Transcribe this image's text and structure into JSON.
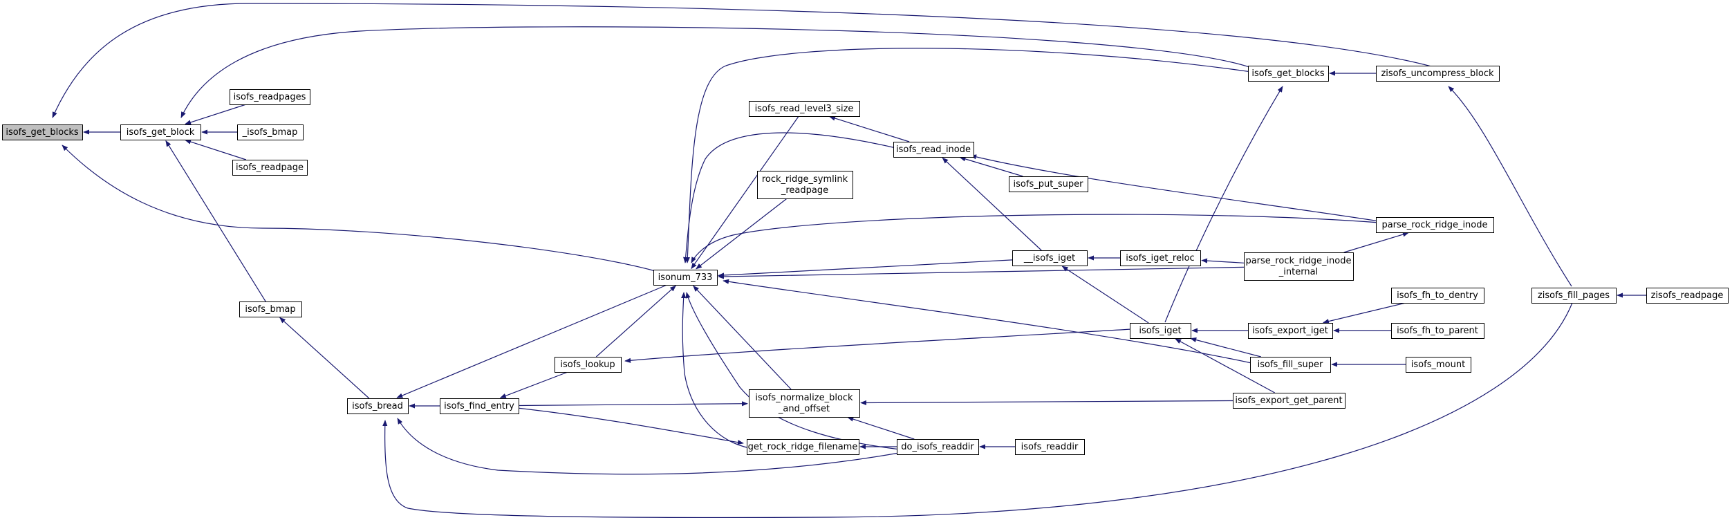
{
  "diagram": {
    "colors": {
      "edge": "#191970",
      "node_border": "#000000",
      "node_fill": "#ffffff",
      "focus_fill": "#bfbfbf"
    },
    "nodes": [
      {
        "id": "isofs_get_blocks_root",
        "lines": [
          "isofs_get_blocks"
        ],
        "focus": true
      },
      {
        "id": "isofs_get_block",
        "lines": [
          "isofs_get_block"
        ]
      },
      {
        "id": "isofs_readpages",
        "lines": [
          "isofs_readpages"
        ]
      },
      {
        "id": "_isofs_bmap",
        "lines": [
          "_isofs_bmap"
        ]
      },
      {
        "id": "isofs_readpage",
        "lines": [
          "isofs_readpage"
        ]
      },
      {
        "id": "isofs_bmap",
        "lines": [
          "isofs_bmap"
        ]
      },
      {
        "id": "isofs_bread",
        "lines": [
          "isofs_bread"
        ]
      },
      {
        "id": "isofs_find_entry",
        "lines": [
          "isofs_find_entry"
        ]
      },
      {
        "id": "isonum_733",
        "lines": [
          "isonum_733"
        ]
      },
      {
        "id": "isofs_lookup",
        "lines": [
          "isofs_lookup"
        ]
      },
      {
        "id": "isofs_read_level3_size",
        "lines": [
          "isofs_read_level3_size"
        ]
      },
      {
        "id": "rock_ridge_symlink_readpage",
        "lines": [
          "rock_ridge_symlink",
          "_readpage"
        ]
      },
      {
        "id": "isofs_normalize_block_and_offset",
        "lines": [
          "isofs_normalize_block",
          "_and_offset"
        ]
      },
      {
        "id": "get_rock_ridge_filename",
        "lines": [
          "get_rock_ridge_filename"
        ]
      },
      {
        "id": "isofs_read_inode",
        "lines": [
          "isofs_read_inode"
        ]
      },
      {
        "id": "isofs_put_super",
        "lines": [
          "isofs_put_super"
        ]
      },
      {
        "id": "__isofs_iget",
        "lines": [
          "__isofs_iget"
        ]
      },
      {
        "id": "isofs_iget_reloc",
        "lines": [
          "isofs_iget_reloc"
        ]
      },
      {
        "id": "isofs_iget",
        "lines": [
          "isofs_iget"
        ]
      },
      {
        "id": "do_isofs_readdir",
        "lines": [
          "do_isofs_readdir"
        ]
      },
      {
        "id": "isofs_readdir",
        "lines": [
          "isofs_readdir"
        ]
      },
      {
        "id": "isofs_get_blocks_2",
        "lines": [
          "isofs_get_blocks"
        ]
      },
      {
        "id": "zisofs_uncompress_block",
        "lines": [
          "zisofs_uncompress_block"
        ]
      },
      {
        "id": "parse_rock_ridge_inode",
        "lines": [
          "parse_rock_ridge_inode"
        ]
      },
      {
        "id": "parse_rock_ridge_inode_internal",
        "lines": [
          "parse_rock_ridge_inode",
          "_internal"
        ]
      },
      {
        "id": "isofs_export_iget",
        "lines": [
          "isofs_export_iget"
        ]
      },
      {
        "id": "isofs_fill_super",
        "lines": [
          "isofs_fill_super"
        ]
      },
      {
        "id": "isofs_export_get_parent",
        "lines": [
          "isofs_export_get_parent"
        ]
      },
      {
        "id": "isofs_fh_to_dentry",
        "lines": [
          "isofs_fh_to_dentry"
        ]
      },
      {
        "id": "isofs_fh_to_parent",
        "lines": [
          "isofs_fh_to_parent"
        ]
      },
      {
        "id": "isofs_mount",
        "lines": [
          "isofs_mount"
        ]
      },
      {
        "id": "zisofs_fill_pages",
        "lines": [
          "zisofs_fill_pages"
        ]
      },
      {
        "id": "zisofs_readpage",
        "lines": [
          "zisofs_readpage"
        ]
      }
    ],
    "edges": [
      {
        "from": "isofs_get_block",
        "to": "isofs_get_blocks_root"
      },
      {
        "from": "isonum_733",
        "to": "isofs_get_blocks_root"
      },
      {
        "from": "zisofs_uncompress_block",
        "to": "isofs_get_blocks_root"
      },
      {
        "from": "isofs_readpages",
        "to": "isofs_get_block"
      },
      {
        "from": "_isofs_bmap",
        "to": "isofs_get_block"
      },
      {
        "from": "isofs_readpage",
        "to": "isofs_get_block"
      },
      {
        "from": "isofs_bmap",
        "to": "isofs_get_block"
      },
      {
        "from": "isofs_get_blocks_2",
        "to": "isofs_get_block"
      },
      {
        "from": "isofs_bread",
        "to": "isofs_bmap"
      },
      {
        "from": "isofs_find_entry",
        "to": "isofs_bread"
      },
      {
        "from": "isonum_733",
        "to": "isofs_bread"
      },
      {
        "from": "do_isofs_readdir",
        "to": "isofs_bread"
      },
      {
        "from": "zisofs_fill_pages",
        "to": "isofs_bread"
      },
      {
        "from": "isofs_lookup",
        "to": "isofs_find_entry"
      },
      {
        "from": "isofs_lookup",
        "to": "isonum_733"
      },
      {
        "from": "isofs_read_level3_size",
        "to": "isonum_733"
      },
      {
        "from": "rock_ridge_symlink_readpage",
        "to": "isonum_733"
      },
      {
        "from": "isofs_normalize_block_and_offset",
        "to": "isonum_733"
      },
      {
        "from": "get_rock_ridge_filename",
        "to": "isonum_733"
      },
      {
        "from": "isofs_read_inode",
        "to": "isonum_733"
      },
      {
        "from": "__isofs_iget",
        "to": "isonum_733"
      },
      {
        "from": "isofs_get_blocks_2",
        "to": "isonum_733"
      },
      {
        "from": "parse_rock_ridge_inode",
        "to": "isonum_733"
      },
      {
        "from": "parse_rock_ridge_inode_internal",
        "to": "isonum_733"
      },
      {
        "from": "isofs_fill_super",
        "to": "isonum_733"
      },
      {
        "from": "do_isofs_readdir",
        "to": "isonum_733"
      },
      {
        "from": "isofs_iget",
        "to": "isofs_lookup"
      },
      {
        "from": "isofs_find_entry",
        "to": "isofs_normalize_block_and_offset"
      },
      {
        "from": "isofs_find_entry",
        "to": "get_rock_ridge_filename"
      },
      {
        "from": "do_isofs_readdir",
        "to": "isofs_normalize_block_and_offset"
      },
      {
        "from": "isofs_export_get_parent",
        "to": "isofs_normalize_block_and_offset"
      },
      {
        "from": "do_isofs_readdir",
        "to": "get_rock_ridge_filename"
      },
      {
        "from": "isofs_read_inode",
        "to": "isofs_read_level3_size"
      },
      {
        "from": "isofs_put_super",
        "to": "isofs_read_inode"
      },
      {
        "from": "__isofs_iget",
        "to": "isofs_read_inode"
      },
      {
        "from": "parse_rock_ridge_inode",
        "to": "isofs_read_inode"
      },
      {
        "from": "isofs_iget_reloc",
        "to": "__isofs_iget"
      },
      {
        "from": "isofs_iget",
        "to": "__isofs_iget"
      },
      {
        "from": "parse_rock_ridge_inode_internal",
        "to": "isofs_iget_reloc"
      },
      {
        "from": "isofs_export_iget",
        "to": "isofs_iget"
      },
      {
        "from": "isofs_fill_super",
        "to": "isofs_iget"
      },
      {
        "from": "isofs_export_get_parent",
        "to": "isofs_iget"
      },
      {
        "from": "isofs_iget",
        "to": "isofs_get_blocks_2"
      },
      {
        "from": "isofs_readdir",
        "to": "do_isofs_readdir"
      },
      {
        "from": "zisofs_uncompress_block",
        "to": "isofs_get_blocks_2"
      },
      {
        "from": "zisofs_fill_pages",
        "to": "zisofs_uncompress_block"
      },
      {
        "from": "parse_rock_ridge_inode_internal",
        "to": "parse_rock_ridge_inode"
      },
      {
        "from": "isofs_fh_to_dentry",
        "to": "isofs_export_iget"
      },
      {
        "from": "isofs_fh_to_parent",
        "to": "isofs_export_iget"
      },
      {
        "from": "isofs_mount",
        "to": "isofs_fill_super"
      },
      {
        "from": "zisofs_readpage",
        "to": "zisofs_fill_pages"
      }
    ]
  }
}
